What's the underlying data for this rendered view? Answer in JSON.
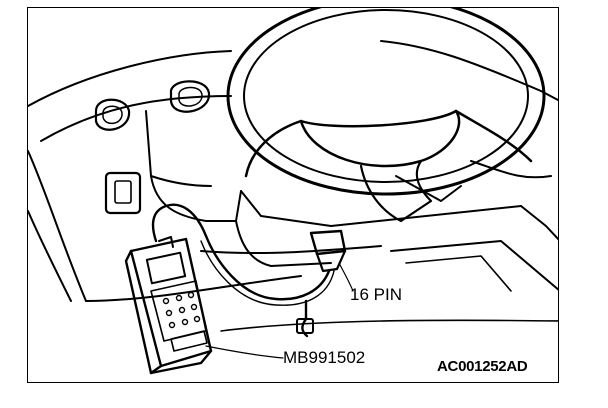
{
  "labels": {
    "connector": "16 PIN",
    "tool": "MB991502",
    "figure_code": "AC001252AD"
  },
  "colors": {
    "line": "#000000",
    "background": "#ffffff"
  }
}
